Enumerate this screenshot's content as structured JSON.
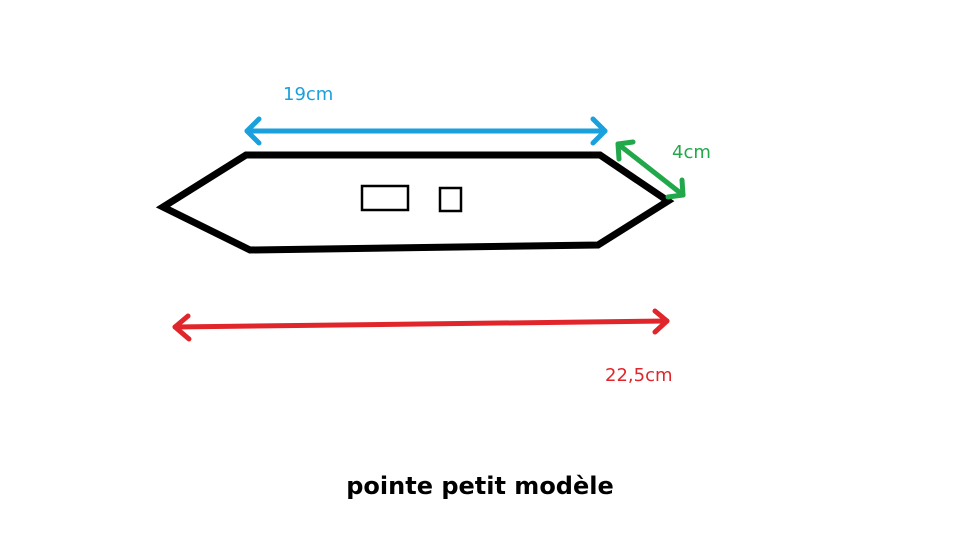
{
  "colors": {
    "background": "#ffffff",
    "shape": "#000000",
    "top_dimension": "#1aa0dc",
    "side_dimension": "#22a84a",
    "total_dimension": "#e0262b",
    "caption": "#000000"
  },
  "dimensions": {
    "top_length": "19cm",
    "side_length": "4cm",
    "total_length": "22,5cm"
  },
  "caption": "pointe petit modèle"
}
